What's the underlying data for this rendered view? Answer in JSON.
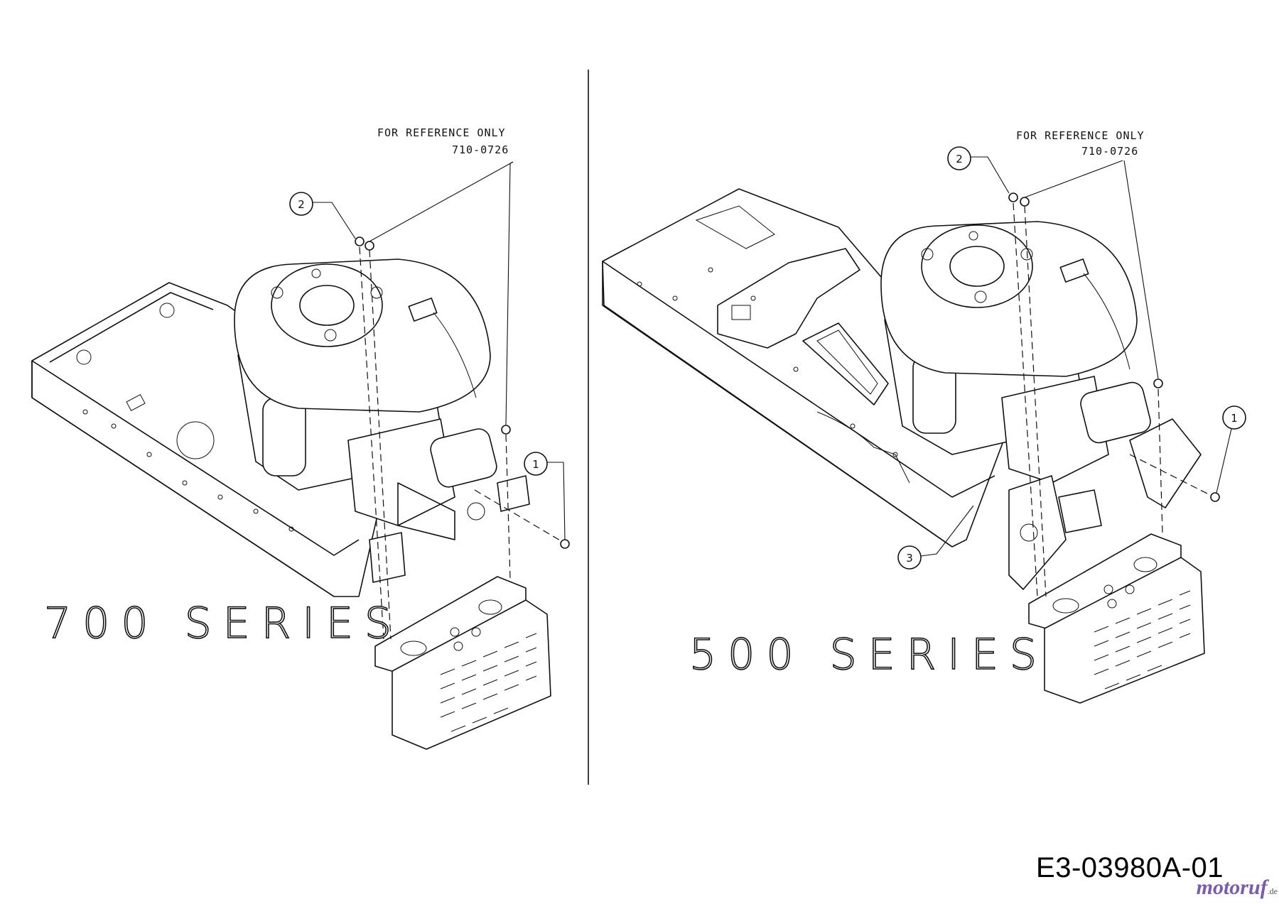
{
  "left_panel": {
    "reference_note": "FOR REFERENCE ONLY",
    "reference_part": "710-0726",
    "series_label": "700 SERIES",
    "callouts": [
      "2",
      "1"
    ]
  },
  "right_panel": {
    "reference_note": "FOR REFERENCE ONLY",
    "reference_part": "710-0726",
    "series_label": "500 SERIES",
    "callouts": [
      "2",
      "1",
      "3"
    ]
  },
  "diagram_code": "E3-03980A-01",
  "watermark": {
    "name": "motoruf",
    "suffix": ".de"
  },
  "colors": {
    "line": "#111111",
    "background": "#ffffff",
    "watermark": "#7b5bb0"
  }
}
